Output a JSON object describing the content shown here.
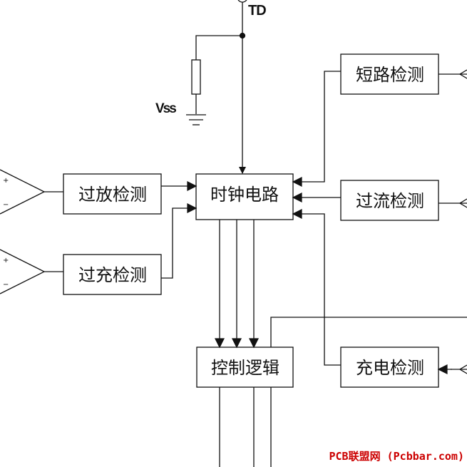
{
  "signals": {
    "td": "TD",
    "vss": "Vss"
  },
  "blocks": {
    "clock": "时钟电路",
    "overdischarge": "过放检测",
    "overcharge": "过充检测",
    "control": "控制逻辑",
    "short_circuit": "短路检测",
    "overcurrent": "过流检测",
    "charge_detect": "充电检测"
  },
  "comparator": {
    "plus": "+",
    "minus": "−"
  },
  "watermark": "PCB联盟网 (Pcbbar.com)",
  "colors": {
    "line": "#111111",
    "watermark": "#cc0000",
    "background": "#ffffff"
  }
}
